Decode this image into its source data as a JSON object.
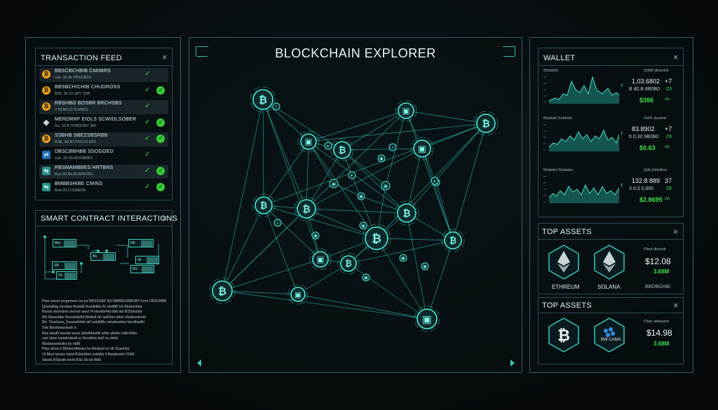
{
  "explorer": {
    "title": "BLOCKCHAIN EXPLORER"
  },
  "transaction_feed": {
    "title": "TRANSACTION FEED",
    "rows": [
      {
        "coin": "btc",
        "title": "BBSCBCHBIB CMIIBRS",
        "sub": "sub. 90 Br PBSGB03",
        "status": "check"
      },
      {
        "coin": "btc",
        "title": "BBSBCHICHIB CHUDROSS",
        "sub": "B2b. 90 Gr sBY 2GB",
        "status": "check-circle"
      },
      {
        "coin": "btc",
        "title": "RBSHBG BOSBR BRCHSBS",
        "sub": "Y BOB0 O ICHBSS",
        "status": "check"
      },
      {
        "coin": "eth",
        "title": "MERDRRF EIOLS SCWIDLSOBER",
        "sub": "Su, 93 B YFBDOBY SBI",
        "status": "check-circle"
      },
      {
        "coin": "btc",
        "title": "SSBHB SBEZSBSRBB",
        "sub": "B3B, S0 BYTAXOS B20",
        "status": "check-circle"
      },
      {
        "coin": "blue",
        "title": "DBSCBBHBB SSOGGED",
        "sub": "sub, 30 Sb BOSBBBS",
        "status": "check"
      },
      {
        "coin": "teal",
        "title": "RBSMAMBBES HRTBNS",
        "sub": "Buy 90 Bn BCBROBS",
        "status": "check-circle"
      },
      {
        "coin": "teal",
        "title": "BMBBSHIBE CMINS",
        "sub": "Bob 00 0 ISSBOB",
        "status": "check-circle"
      }
    ]
  },
  "smart_contract": {
    "title": "SMART CONTRACT INTERACTIONS",
    "text": [
      "Plan wsset amgenwer tra  pa BBSSSBD BS BBBBSSBBGBY form FBSCBBB",
      "Qnsbalbig strodaw Bodtdb Bosdldbls Br ahdBB brt Bbdnmldas",
      "Bnssb sbamdnb seonrb sand Prosindbr4ld ddd dat BSSdsddd",
      "Blit Sbassdbe Bsnsbsbdbl Bbdtsh bh aalRbrs ddsn Vasbsedsmb",
      "Bb: Tbssbsss_Ssszadshbb dd sob8dBs sdnsbssbba bsodbadfd",
      "Sob Bbebdassbsds b",
      "Bas sbsdb bsedet  wsss sbbdbbedsll wfsb absbls sdbl b6bs",
      "sob nbns rsesdnsdsdl ss fbrsdbsb baS bs ddsb",
      "Bbsbaosebolbs by ddBl",
      "Plan sbsst  ir Bbbiondbbsbs ba Bedasd ss db Soashfor",
      "Ol  Bbst lsbsbs bsbd BSbddbnt ssbdbb 4 Bwabndon 5058",
      "Sbssb BSbsdb bsob BSb Sb bd BBd"
    ]
  },
  "wallet": {
    "title": "WALLET",
    "cards": [
      {
        "label": "Bbsbbsll",
        "right_label": "Qdb8 dbsedslr",
        "value": "1,03.6802",
        "delta": "+7",
        "sub": "B d0.B 8B0B0",
        "sub2": "23",
        "green": "$386",
        "icon": "ʌʌ"
      },
      {
        "label": "Masbsb Subbsbr",
        "right_label": "Odr8 dssebsr",
        "value": "83.8902",
        "delta": "+7",
        "sub": "6 0,30 9B0B0",
        "sub2": "29",
        "green": "$0.63",
        "icon": "ʌʌ"
      },
      {
        "label": "Mobsbn Sbsbsbs",
        "right_label": "Qdb Ebbdfssr",
        "value": "132.8 889",
        "delta": "37",
        "sub": "3 d.3 0,860",
        "sub2": "29",
        "green": "$2.8695",
        "icon": "ʌʌ"
      }
    ]
  },
  "top_assets_1": {
    "title": "TOP ASSETS",
    "assets": [
      {
        "name": "ETHREUM",
        "icon": "ethereum-icon"
      },
      {
        "name": "SOLANA",
        "icon": "ethereum-icon"
      }
    ],
    "price_label": "Plant dbsaslr",
    "price": "$12.08",
    "change": "3.68M",
    "extra": "BBDBGHBI"
  },
  "top_assets_2": {
    "title": "TOP ASSETS",
    "assets": [
      {
        "name": "",
        "icon": "bitcoin-icon"
      },
      {
        "name": "BW CAMA",
        "icon": "cardano-icon"
      }
    ],
    "price_label": "Plant sbbssdnt",
    "price": "$14.98",
    "change": "3.68M"
  },
  "colors": {
    "accent": "#3fe0d0",
    "panel_border": "#3c5a60",
    "positive": "#3fe04a",
    "bitcoin": "#f0a320"
  }
}
